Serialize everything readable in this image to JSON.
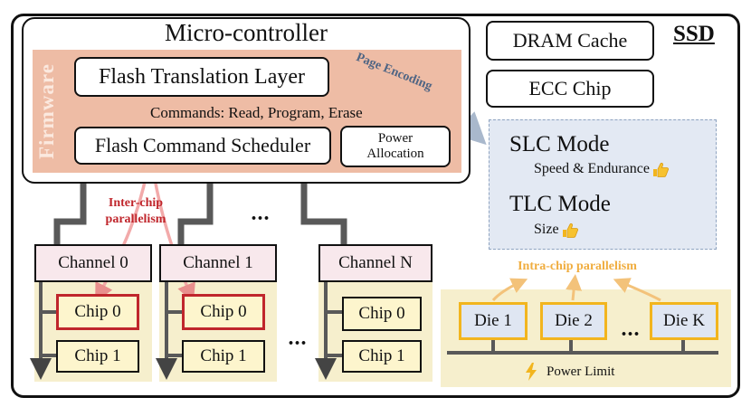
{
  "ssd": {
    "label": "SSD"
  },
  "micro_controller": {
    "title": "Micro-controller",
    "firmware_label": "Firmware",
    "ftl": "Flash Translation Layer",
    "commands": "Commands: Read, Program, Erase",
    "scheduler": "Flash Command Scheduler",
    "power_allocation": [
      "Power",
      "Allocation"
    ]
  },
  "dram_cache": "DRAM Cache",
  "ecc_chip": "ECC Chip",
  "page_encoding": "Page Encoding",
  "modes": {
    "slc": {
      "name": "SLC Mode",
      "note": "Speed & Endurance"
    },
    "tlc": {
      "name": "TLC Mode",
      "note": "Size"
    }
  },
  "inter_chip": [
    "Inter-chip",
    "parallelism"
  ],
  "intra_chip": "Intra-chip parallelism",
  "channels": [
    {
      "label": "Channel 0",
      "chips": [
        "Chip 0",
        "Chip 1"
      ],
      "selected_chip": 0
    },
    {
      "label": "Channel 1",
      "chips": [
        "Chip 0",
        "Chip 1"
      ],
      "selected_chip": 0
    },
    {
      "label": "Channel N",
      "chips": [
        "Chip 0",
        "Chip 1"
      ],
      "selected_chip": null
    }
  ],
  "ellipsis": "...",
  "dies": [
    "Die 1",
    "Die 2",
    "Die K"
  ],
  "power_limit": "Power Limit",
  "colors": {
    "firmware_panel": "#eebca5",
    "channel_fill": "#f8e8ec",
    "chip_fill": "#fdf5cd",
    "highlight_red": "#c0262c",
    "die_border": "#f2b51e",
    "mode_panel": "#e3e9f3",
    "arrow_pink": "#f2a6a6",
    "arrow_blue": "#a9b8cc"
  }
}
